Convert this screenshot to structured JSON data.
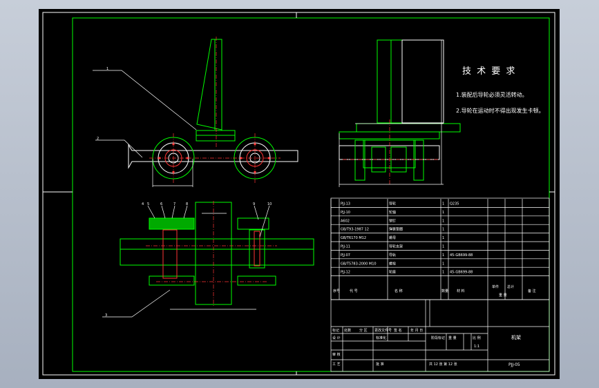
{
  "requirements": {
    "title": "技 术 要 求",
    "items": [
      "1.装配后导轮必须灵活转动。",
      "2.导轮在运动时不得出现发生卡顿。"
    ]
  },
  "leaders": [
    "1",
    "2",
    "3",
    "4",
    "5",
    "6",
    "7",
    "8",
    "9",
    "10"
  ],
  "bom_rows": [
    {
      "no": "",
      "code": "PJJ-13",
      "name": "导轮",
      "qty": "1",
      "material": "Q235"
    },
    {
      "no": "",
      "code": "PJJ-10",
      "name": "轮轴",
      "qty": "1",
      "material": ""
    },
    {
      "no": "",
      "code": "A602",
      "name": "销钉",
      "qty": "1",
      "material": ""
    },
    {
      "no": "",
      "code": "GB/T93-1987 12",
      "name": "弹簧垫圈",
      "qty": "1",
      "material": ""
    },
    {
      "no": "",
      "code": "GB/T6170 M12",
      "name": "螺母",
      "qty": "1",
      "material": ""
    },
    {
      "no": "",
      "code": "PJJ-11",
      "name": "导轮支架",
      "qty": "1",
      "material": ""
    },
    {
      "no": "",
      "code": "PJJ-07",
      "name": "导轨",
      "qty": "1",
      "material": "45-GB699-88"
    },
    {
      "no": "",
      "code": "GB/T5783-2000 M10",
      "name": "螺栓",
      "qty": "1",
      "material": ""
    },
    {
      "no": "",
      "code": "PJJ-12",
      "name": "轮座",
      "qty": "1",
      "material": "45-GB699-88"
    }
  ],
  "bom_header": {
    "no": "序号",
    "code": "代 号",
    "name": "名 称",
    "qty": "数量",
    "material": "材 料",
    "unit_weight": "单件",
    "total_weight": "总计",
    "weight": "重 量",
    "remark": "备 注"
  },
  "title_block": {
    "drawing_name": "机架",
    "drawing_code": "PJJ-05",
    "labels": {
      "mark": "标记",
      "count": "处数",
      "zone": "分 区",
      "doc": "更改文件号",
      "sign": "签 名",
      "date": "年 月 日",
      "design": "设 计",
      "std": "标准化",
      "stage_mark": "阶段标记",
      "weight": "重 量",
      "scale": "比 例",
      "check": "审 核",
      "process": "工 艺",
      "approve": "批 准",
      "sheets": "共 12 张 第 12 张"
    },
    "scale_value": "1:1"
  }
}
